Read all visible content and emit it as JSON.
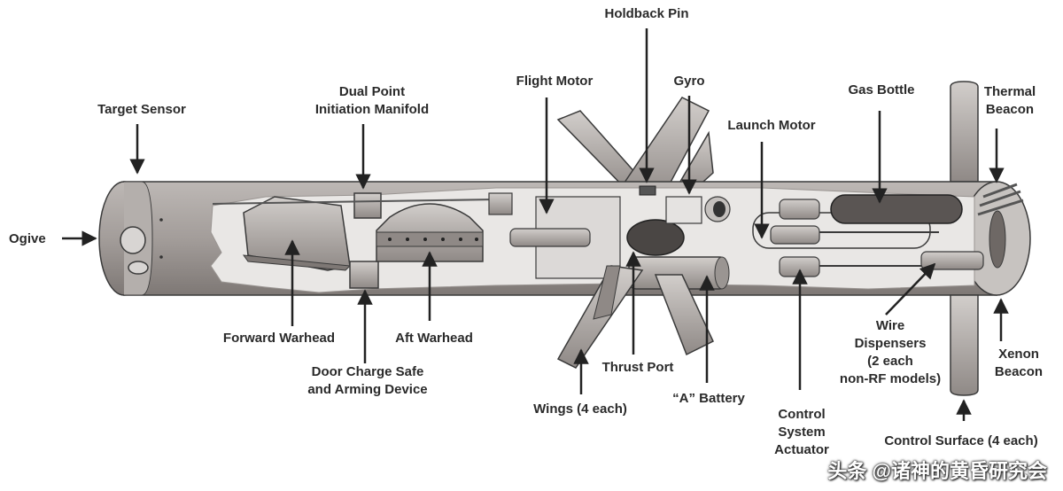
{
  "labels": {
    "holdback_pin": "Holdback Pin",
    "target_sensor": "Target Sensor",
    "dual_point_line1": "Dual Point",
    "dual_point_line2": "Initiation Manifold",
    "flight_motor": "Flight Motor",
    "gyro": "Gyro",
    "gas_bottle": "Gas Bottle",
    "thermal_beacon_line1": "Thermal",
    "thermal_beacon_line2": "Beacon",
    "launch_motor": "Launch Motor",
    "ogive": "Ogive",
    "forward_warhead": "Forward Warhead",
    "aft_warhead": "Aft Warhead",
    "door_charge_line1": "Door Charge Safe",
    "door_charge_line2": "and Arming Device",
    "thrust_port": "Thrust Port",
    "wings": "Wings (4 each)",
    "a_battery": "“A” Battery",
    "wire_disp_line1": "Wire",
    "wire_disp_line2": "Dispensers",
    "wire_disp_line3": "(2 each",
    "wire_disp_line4": "non-RF models)",
    "xenon_line1": "Xenon",
    "xenon_line2": "Beacon",
    "control_sys_line1": "Control",
    "control_sys_line2": "System",
    "control_sys_line3": "Actuator",
    "control_surface": "Control Surface (4 each)"
  },
  "watermark": "头条 @诸神的黄昏研究会",
  "colors": {
    "body": "#a39d9a",
    "body_dark": "#7e7875",
    "interior": "#e9e7e5",
    "outline": "#3a3a3a",
    "text": "#2a2a2a"
  }
}
